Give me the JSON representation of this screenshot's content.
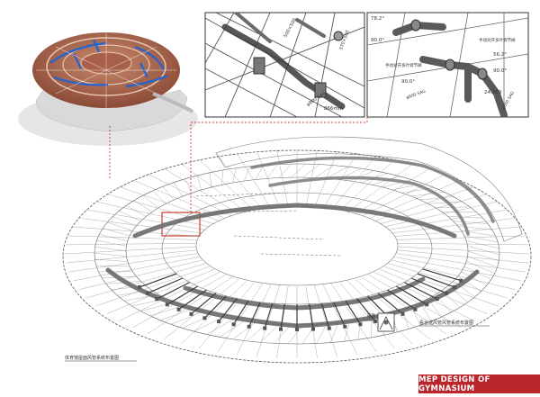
{
  "footer": {
    "title": "MEP DESIGN OF GYMNASIUM"
  },
  "detail_left": {
    "dim_a": "866mm",
    "dim_b": "500×500",
    "dim_c": "370×500",
    "dim_d": "φ800 SAG"
  },
  "detail_right": {
    "angle_1": "78.2°",
    "angle_2": "90.0°",
    "angle_3": "56.2°",
    "angle_4": "90.0°",
    "angle_5": "90.0°",
    "elevation": "24.300",
    "note_1": "手动对开多叶调节阀",
    "note_2": "手动对开多叶调节阀",
    "pipe_1": "φ800 SAG",
    "pipe_2": "φ800 SAG"
  },
  "drawing_labels": {
    "caption_left": "体育馆屋面风管系统布置图",
    "caption_right": "看台送风管风管系统布置图",
    "section_label": "剖面"
  },
  "colors": {
    "accent": "#b8252a",
    "line": "#444444",
    "duct": "#7a7a7a",
    "callout": "#d23a2a"
  }
}
